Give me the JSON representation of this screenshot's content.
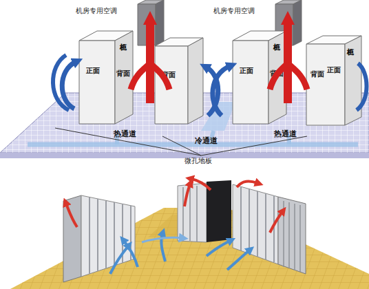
{
  "diagram": {
    "nodes": [
      {
        "text": [
          "机房专用空调"
        ]
      },
      {
        "text": [
          "机房专用空调"
        ]
      },
      {
        "text": [
          "机柜",
          "正面",
          "背面"
        ]
      },
      {
        "text": [
          "背面"
        ]
      },
      {
        "text": [
          "机柜",
          "正面",
          "背面"
        ]
      },
      {
        "text": [
          "机柜",
          "背面",
          "正面"
        ]
      }
    ],
    "labels": [
      "热通道",
      "冷通道",
      "热通道",
      "微孔地板"
    ]
  }
}
